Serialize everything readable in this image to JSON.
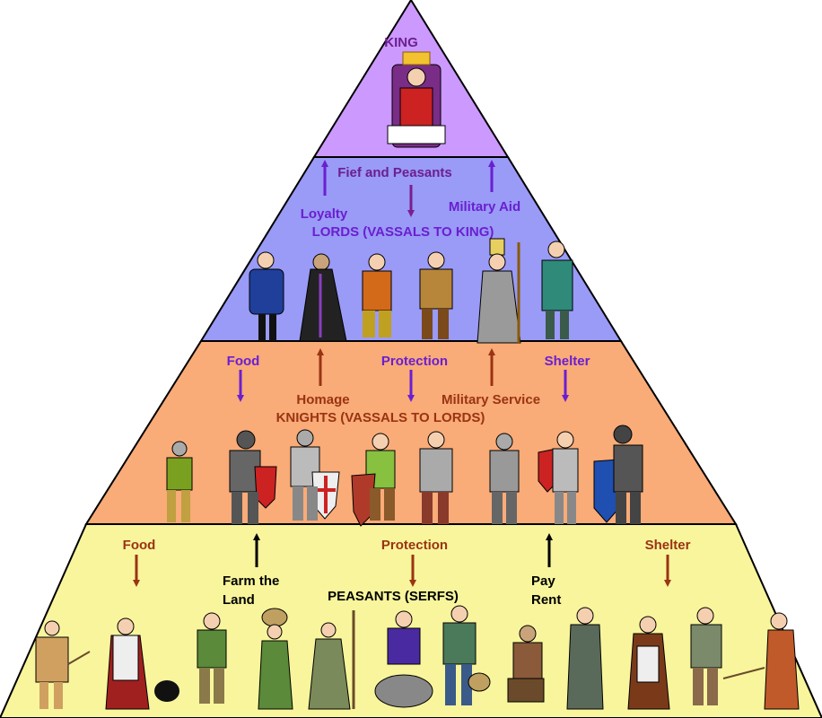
{
  "tiers": {
    "king": {
      "title": "KING",
      "fill": "#cc99ff"
    },
    "lords": {
      "title": "LORDS (VASSALS TO KING)",
      "fill": "#9a9af7",
      "arrows": {
        "fief_and_peasants": "Fief and Peasants",
        "loyalty": "Loyalty",
        "military_aid": "Military Aid"
      }
    },
    "knights": {
      "title": "KNIGHTS (VASSALS TO LORDS)",
      "fill": "#f9ab78",
      "arrows": {
        "food": "Food",
        "protection": "Protection",
        "shelter": "Shelter",
        "homage": "Homage",
        "military_service": "Military Service"
      }
    },
    "peasants": {
      "title": "PEASANTS (SERFS)",
      "fill": "#f8f59c",
      "arrows": {
        "food": "Food",
        "protection": "Protection",
        "shelter": "Shelter",
        "farm_the_land": [
          "Farm the",
          "Land"
        ],
        "pay_rent": [
          "Pay",
          "Rent"
        ]
      }
    }
  },
  "colors": {
    "purple_text": "#6b1f8f",
    "violet_text": "#6a1fd0",
    "brown_text": "#9a3412",
    "black_text": "#000000"
  }
}
